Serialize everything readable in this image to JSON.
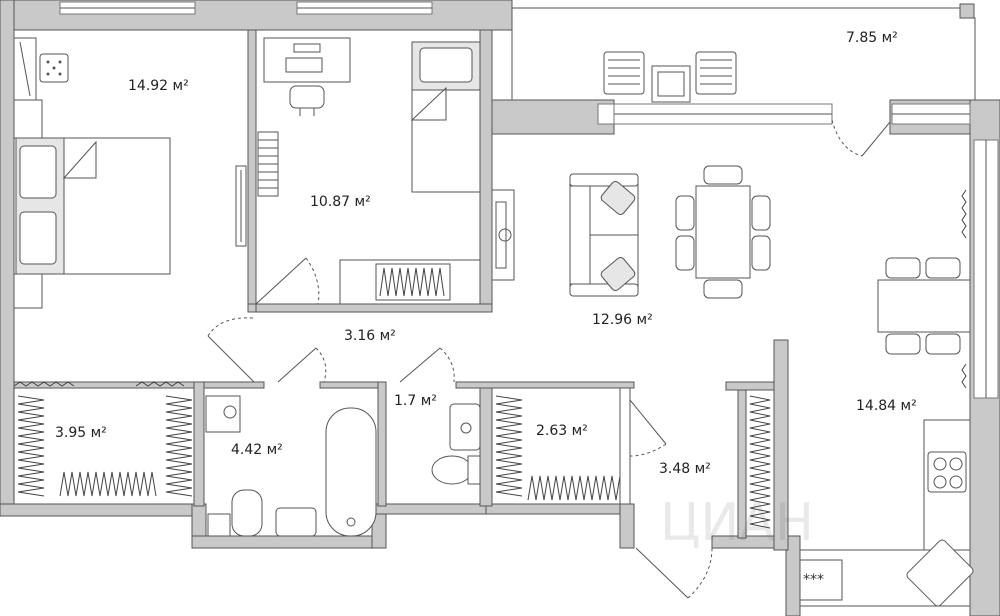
{
  "rooms": [
    {
      "id": "bedroom-main",
      "area": "14.92 м²"
    },
    {
      "id": "bedroom-small",
      "area": "10.87 м²"
    },
    {
      "id": "balcony",
      "area": "7.85 м²"
    },
    {
      "id": "living",
      "area": "12.96 м²"
    },
    {
      "id": "corridor",
      "area": "3.16 м²"
    },
    {
      "id": "dressing-left",
      "area": "3.95 м²"
    },
    {
      "id": "bathroom",
      "area": "4.42 м²"
    },
    {
      "id": "toilet",
      "area": "1.7 м²"
    },
    {
      "id": "dressing-right",
      "area": "2.63 м²"
    },
    {
      "id": "hall",
      "area": "3.48 м²"
    },
    {
      "id": "kitchen",
      "area": "14.84 м²"
    }
  ],
  "colors": {
    "wall": "#c9c9c9",
    "line": "#555555",
    "background": "#ffffff"
  },
  "watermark": "ЦИАН"
}
